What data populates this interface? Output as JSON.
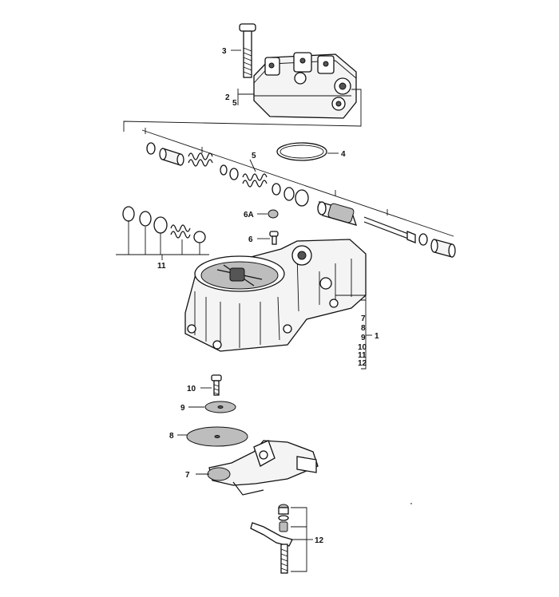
{
  "callouts": {
    "c3": "3",
    "c2": "2",
    "c5a": "5",
    "c4": "4",
    "c5b": "5",
    "c6a": "6A",
    "c6": "6",
    "c11": "11",
    "c7": "7",
    "c8": "8",
    "c9": "9",
    "c1": "1",
    "c10": "10",
    "c11b": "11",
    "c12": "12",
    "c10b": "10",
    "c9b": "9",
    "c8b": "8",
    "c7b": "7",
    "c12b": "12"
  }
}
